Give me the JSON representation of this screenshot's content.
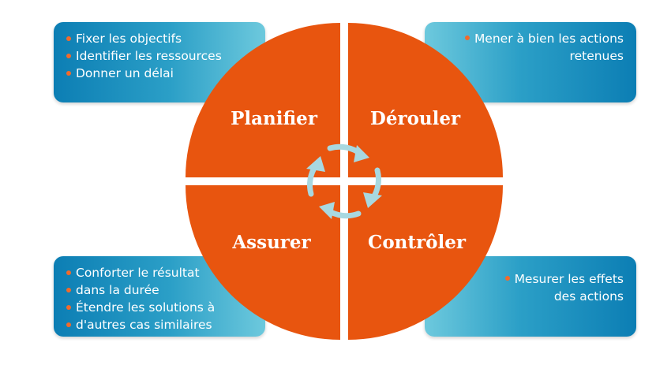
{
  "quadrants": {
    "top_left": "Planifier",
    "top_right": "Dérouler",
    "bottom_left": "Assurer",
    "bottom_right": "Contrôler"
  },
  "boxes": {
    "top_left": [
      "Fixer les objectifs",
      "Identifier les ressources",
      "Donner un délai"
    ],
    "top_right": [
      "Mener à bien les actions",
      "retenues"
    ],
    "bottom_left": [
      "Conforter le résultat",
      "dans la durée",
      "Étendre les solutions à",
      "d'autres cas similaires"
    ],
    "bottom_right": [
      "Mesurer les effets",
      "des actions"
    ]
  },
  "colors": {
    "quadrant": "#e8550f",
    "bullet": "#f26a2b",
    "box_dark": "#0c7eb4",
    "box_light": "#6dc9dd",
    "arrows": "#a8d8e0"
  },
  "icons": {
    "center": "cycle-arrows-icon"
  }
}
